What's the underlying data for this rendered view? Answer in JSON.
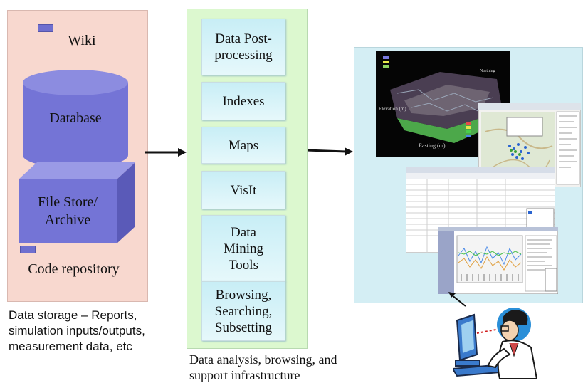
{
  "storage": {
    "wiki_label": "Wiki",
    "database_label": "Database",
    "file_store_label_1": "File Store/",
    "file_store_label_2": "Archive",
    "code_repo_label": "Code repository",
    "caption_line1": "Data storage – Reports,",
    "caption_line2": "simulation inputs/outputs,",
    "caption_line3": "measurement data, etc",
    "cylinder_color": "#7474d6",
    "panel_color": "#f8d8cf"
  },
  "analysis": {
    "tools": [
      {
        "lines": [
          "Data Post-",
          "processing"
        ]
      },
      {
        "lines": [
          "Indexes"
        ]
      },
      {
        "lines": [
          "Maps"
        ]
      },
      {
        "lines": [
          "VisIt"
        ]
      },
      {
        "lines": [
          "Data",
          "Mining",
          "Tools"
        ]
      },
      {
        "lines": [
          "Browsing,",
          "Searching,",
          "Subsetting"
        ]
      }
    ],
    "caption_line1": "Data analysis, browsing, and",
    "caption_line2": "support infrastructure",
    "panel_color": "#dcf8cf"
  },
  "visualization": {
    "plot3d_axis_elevation": "Elevation (m)",
    "plot3d_axis_easting": "Easting (m)",
    "plot3d_axis_northing": "Northing",
    "panel_color": "#d4eef4"
  }
}
